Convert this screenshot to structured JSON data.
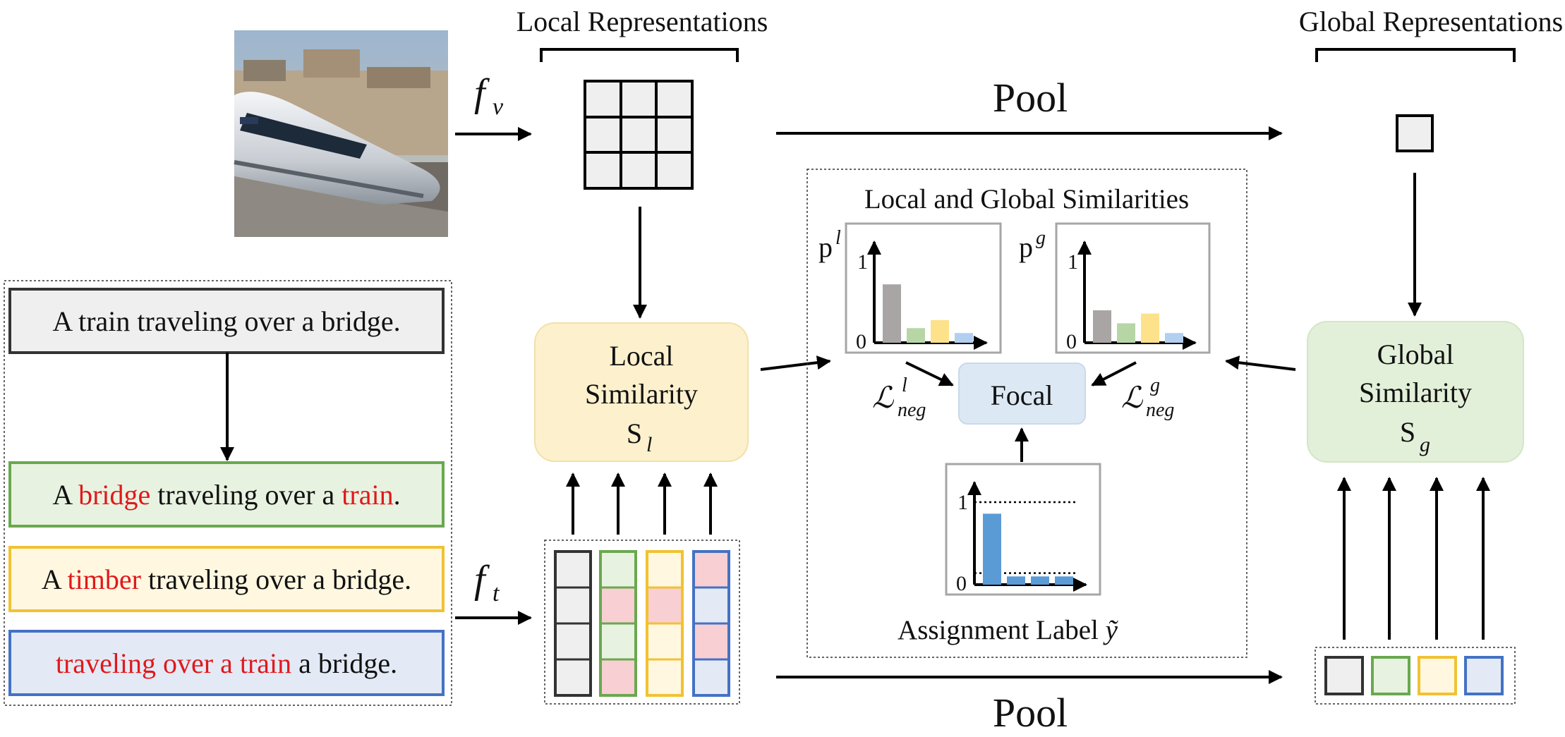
{
  "labels": {
    "local_representations": "Local Representations",
    "global_representations": "Global Representations",
    "pool_top": "Pool",
    "pool_bottom": "Pool",
    "fv_f": "f",
    "fv_sub": "v",
    "ft_f": "f",
    "ft_sub": "t"
  },
  "captions": [
    {
      "id": "original",
      "border": "#333333",
      "fill": "#efefef",
      "segments": [
        {
          "text": "A train traveling over a bridge.",
          "red": false
        }
      ]
    },
    {
      "id": "neg-green",
      "border": "#6aa84f",
      "fill": "#e8f2e1",
      "segments": [
        {
          "text": "A ",
          "red": false
        },
        {
          "text": "bridge",
          "red": true
        },
        {
          "text": " traveling over a ",
          "red": false
        },
        {
          "text": "train",
          "red": true
        },
        {
          "text": ".",
          "red": false
        }
      ]
    },
    {
      "id": "neg-yellow",
      "border": "#f1c232",
      "fill": "#fff7e0",
      "segments": [
        {
          "text": "A ",
          "red": false
        },
        {
          "text": "timber",
          "red": true
        },
        {
          "text": " traveling over a bridge.",
          "red": false
        }
      ]
    },
    {
      "id": "neg-blue",
      "border": "#4472c4",
      "fill": "#e3eaf6",
      "segments": [
        {
          "text": "traveling over a train",
          "red": true
        },
        {
          "text": " a bridge.",
          "red": false
        }
      ]
    }
  ],
  "local_similarity": {
    "line1": "Local",
    "line2": "Similarity",
    "symbol": "S",
    "sub": "l",
    "fill": "#fdf0cd",
    "border": "#f3e0a8"
  },
  "global_similarity": {
    "line1": "Global",
    "line2": "Similarity",
    "symbol": "S",
    "sub": "g",
    "fill": "#e3f0d9",
    "border": "#d3e6c5"
  },
  "similarities_panel": {
    "title": "Local and Global Similarities",
    "focal": "Focal",
    "focal_fill": "#dce9f5",
    "loss_symbol": "ℒ",
    "loss_sub": "neg",
    "loss_left_sup": "l",
    "loss_right_sup": "g",
    "assignment_label": "Assignment Label ",
    "y_tilde": "ỹ"
  },
  "token_colors": {
    "gray": "#efefef",
    "green": "#e8f2e1",
    "yellow": "#fff7e0",
    "blue": "#e3eaf6",
    "pink": "#f8cfd3"
  },
  "chart_data": [
    {
      "type": "bar",
      "id": "p-local",
      "ylabel_base": "p",
      "ylabel_sup": "l",
      "tick_labels": [
        "1",
        "0"
      ],
      "ylim": [
        0,
        1
      ],
      "values": [
        0.72,
        0.18,
        0.28,
        0.12
      ],
      "colors": [
        "#a9a5a5",
        "#b7d6a6",
        "#fde28b",
        "#b2cff0"
      ]
    },
    {
      "type": "bar",
      "id": "p-global",
      "ylabel_base": "p",
      "ylabel_sup": "g",
      "tick_labels": [
        "1",
        "0"
      ],
      "ylim": [
        0,
        1
      ],
      "values": [
        0.4,
        0.24,
        0.36,
        0.12
      ],
      "colors": [
        "#a9a5a5",
        "#b7d6a6",
        "#fde28b",
        "#b2cff0"
      ]
    },
    {
      "type": "bar",
      "id": "assignment",
      "tick_labels": [
        "1",
        "0"
      ],
      "ylim": [
        0,
        1
      ],
      "values": [
        0.86,
        0.1,
        0.1,
        0.1
      ],
      "reference_lines": [
        1,
        0.14
      ],
      "colors": [
        "#5b9bd5",
        "#5b9bd5",
        "#5b9bd5",
        "#5b9bd5"
      ]
    }
  ]
}
